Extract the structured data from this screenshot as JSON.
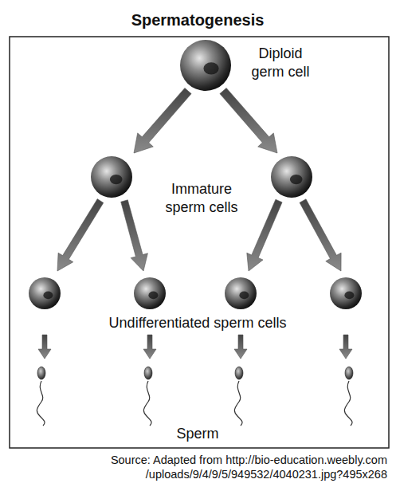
{
  "diagram": {
    "title": "Spermatogenesis",
    "caption": "Source: Adapted from http://bio-education.weebly.com /uploads/9/4/9/5/949532/4040231.jpg?495x268",
    "labels": [
      "Diploid germ cell",
      "Immature sperm cells",
      "Undifferentiated sperm cells",
      "Sperm"
    ]
  }
}
